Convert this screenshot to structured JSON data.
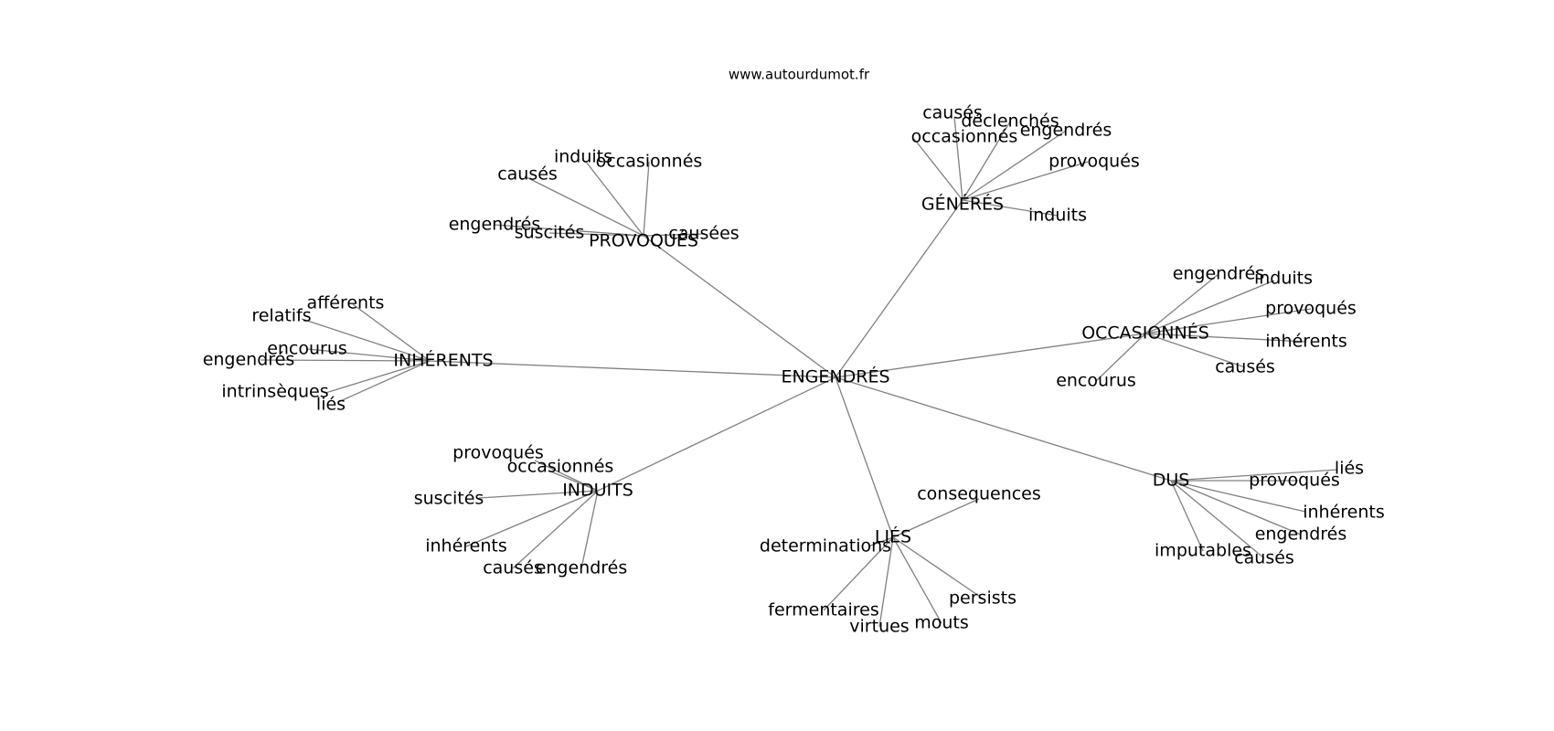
{
  "source_label": "www.autourdumot.fr",
  "graph": {
    "root": "ENGENDRÉS",
    "clusters": [
      {
        "hub": "PROVOQUÉS",
        "leaves": [
          "induits",
          "occasionnés",
          "causés",
          "engendrés",
          "suscités",
          "causées"
        ]
      },
      {
        "hub": "GÉNÉRÉS",
        "leaves": [
          "causés",
          "déclenchés",
          "occasionnés",
          "engendrés",
          "provoqués",
          "induits"
        ]
      },
      {
        "hub": "INHÉRENTS",
        "leaves": [
          "afférents",
          "relatifs",
          "encourus",
          "engendrés",
          "intrinsèques",
          "liés"
        ]
      },
      {
        "hub": "OCCASIONNÉS",
        "leaves": [
          "engendrés",
          "induits",
          "provoqués",
          "inhérents",
          "causés",
          "encourus"
        ]
      },
      {
        "hub": "INDUITS",
        "leaves": [
          "provoqués",
          "occasionnés",
          "suscités",
          "inhérents",
          "causés",
          "engendrés"
        ]
      },
      {
        "hub": "LIÉS",
        "leaves": [
          "consequences",
          "determinations",
          "fermentaires",
          "virtues",
          "mouts",
          "persists"
        ]
      },
      {
        "hub": "DUS",
        "leaves": [
          "liés",
          "provoqués",
          "inhérents",
          "engendrés",
          "imputables",
          "causés"
        ]
      }
    ]
  }
}
